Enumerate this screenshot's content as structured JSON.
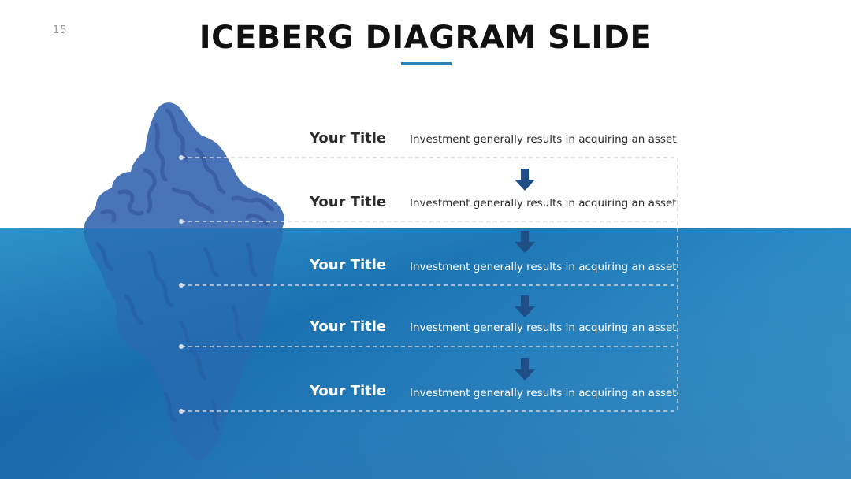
{
  "slide": {
    "page_number": "15",
    "title": "ICEBERG DIAGRAM SLIDE"
  },
  "colors": {
    "accent": "#2d7fb8",
    "water_top": "#2f92c8",
    "water_bottom": "#4aa9d8",
    "iceberg_above": "#4a74b8",
    "arrow": "#1f4f86"
  },
  "rows": [
    {
      "title": "Your Title",
      "description": "Investment generally results in acquiring an asset"
    },
    {
      "title": "Your Title",
      "description": "Investment generally results in acquiring an asset"
    },
    {
      "title": "Your Title",
      "description": "Investment generally results in acquiring an asset"
    },
    {
      "title": "Your Title",
      "description": "Investment generally results in acquiring an asset"
    },
    {
      "title": "Your Title",
      "description": "Investment generally results in acquiring an asset"
    }
  ]
}
